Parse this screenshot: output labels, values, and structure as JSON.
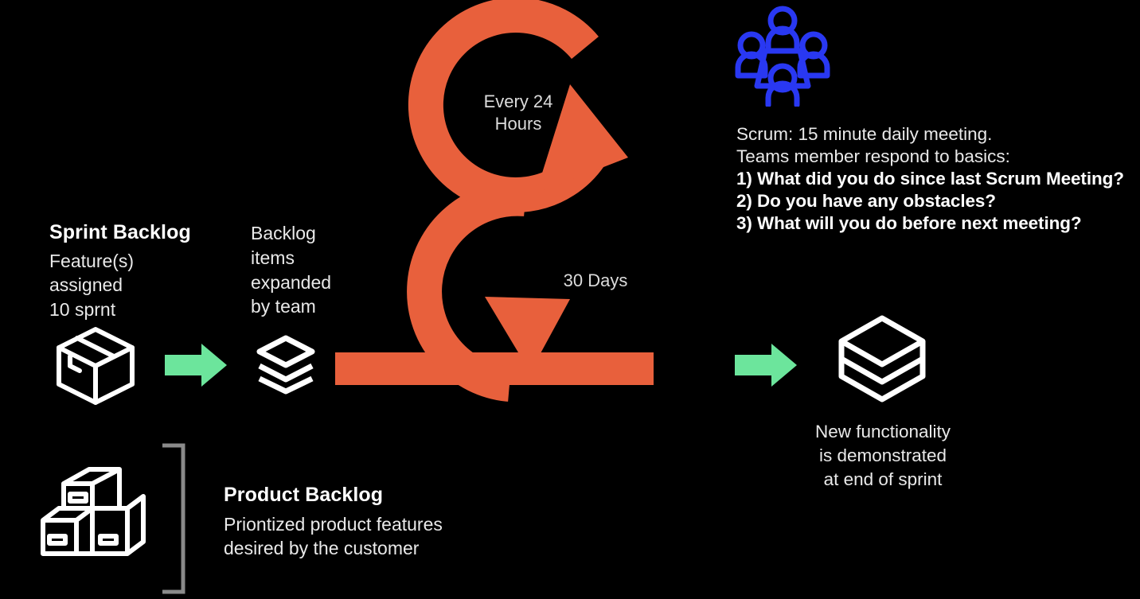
{
  "theme": {
    "background": "#000000",
    "orange": "#e8603c",
    "green": "#6ce59c",
    "blue": "#2938f2",
    "white": "#ffffff",
    "bracket_gray": "#8a8a8a"
  },
  "flow": {
    "sprint_backlog": {
      "title": "Sprint Backlog",
      "body": "Feature(s)\nassigned\n10 sprnt"
    },
    "backlog_items": {
      "body": "Backlog\nitems\nexpanded\nby team"
    },
    "product_backlog": {
      "title": "Product Backlog",
      "body": "Priontized product features\ndesired by the customer"
    },
    "new_functionality": {
      "body": "New functionality\nis demonstrated\nat end of sprint"
    }
  },
  "loops": {
    "daily": {
      "label": "Every 24\nHours"
    },
    "sprint": {
      "label": "30 Days"
    }
  },
  "scrum_notes": {
    "intro": [
      "Scrum: 15 minute daily meeting.",
      "Teams member respond to basics:"
    ],
    "questions": [
      "1) What did you do since last Scrum Meeting?",
      "2) Do you have any obstacles?",
      "3) What will you do before next meeting?"
    ]
  },
  "icons": {
    "package_box": "package-box-icon",
    "stacked_layers": "stacked-layers-icon",
    "output_cube": "cube-output-icon",
    "meeting_people": "meeting-people-icon",
    "arrow_right_1": "green-arrow-right-icon",
    "arrow_right_2": "green-arrow-right-icon",
    "bracket": "grouping-bracket"
  }
}
